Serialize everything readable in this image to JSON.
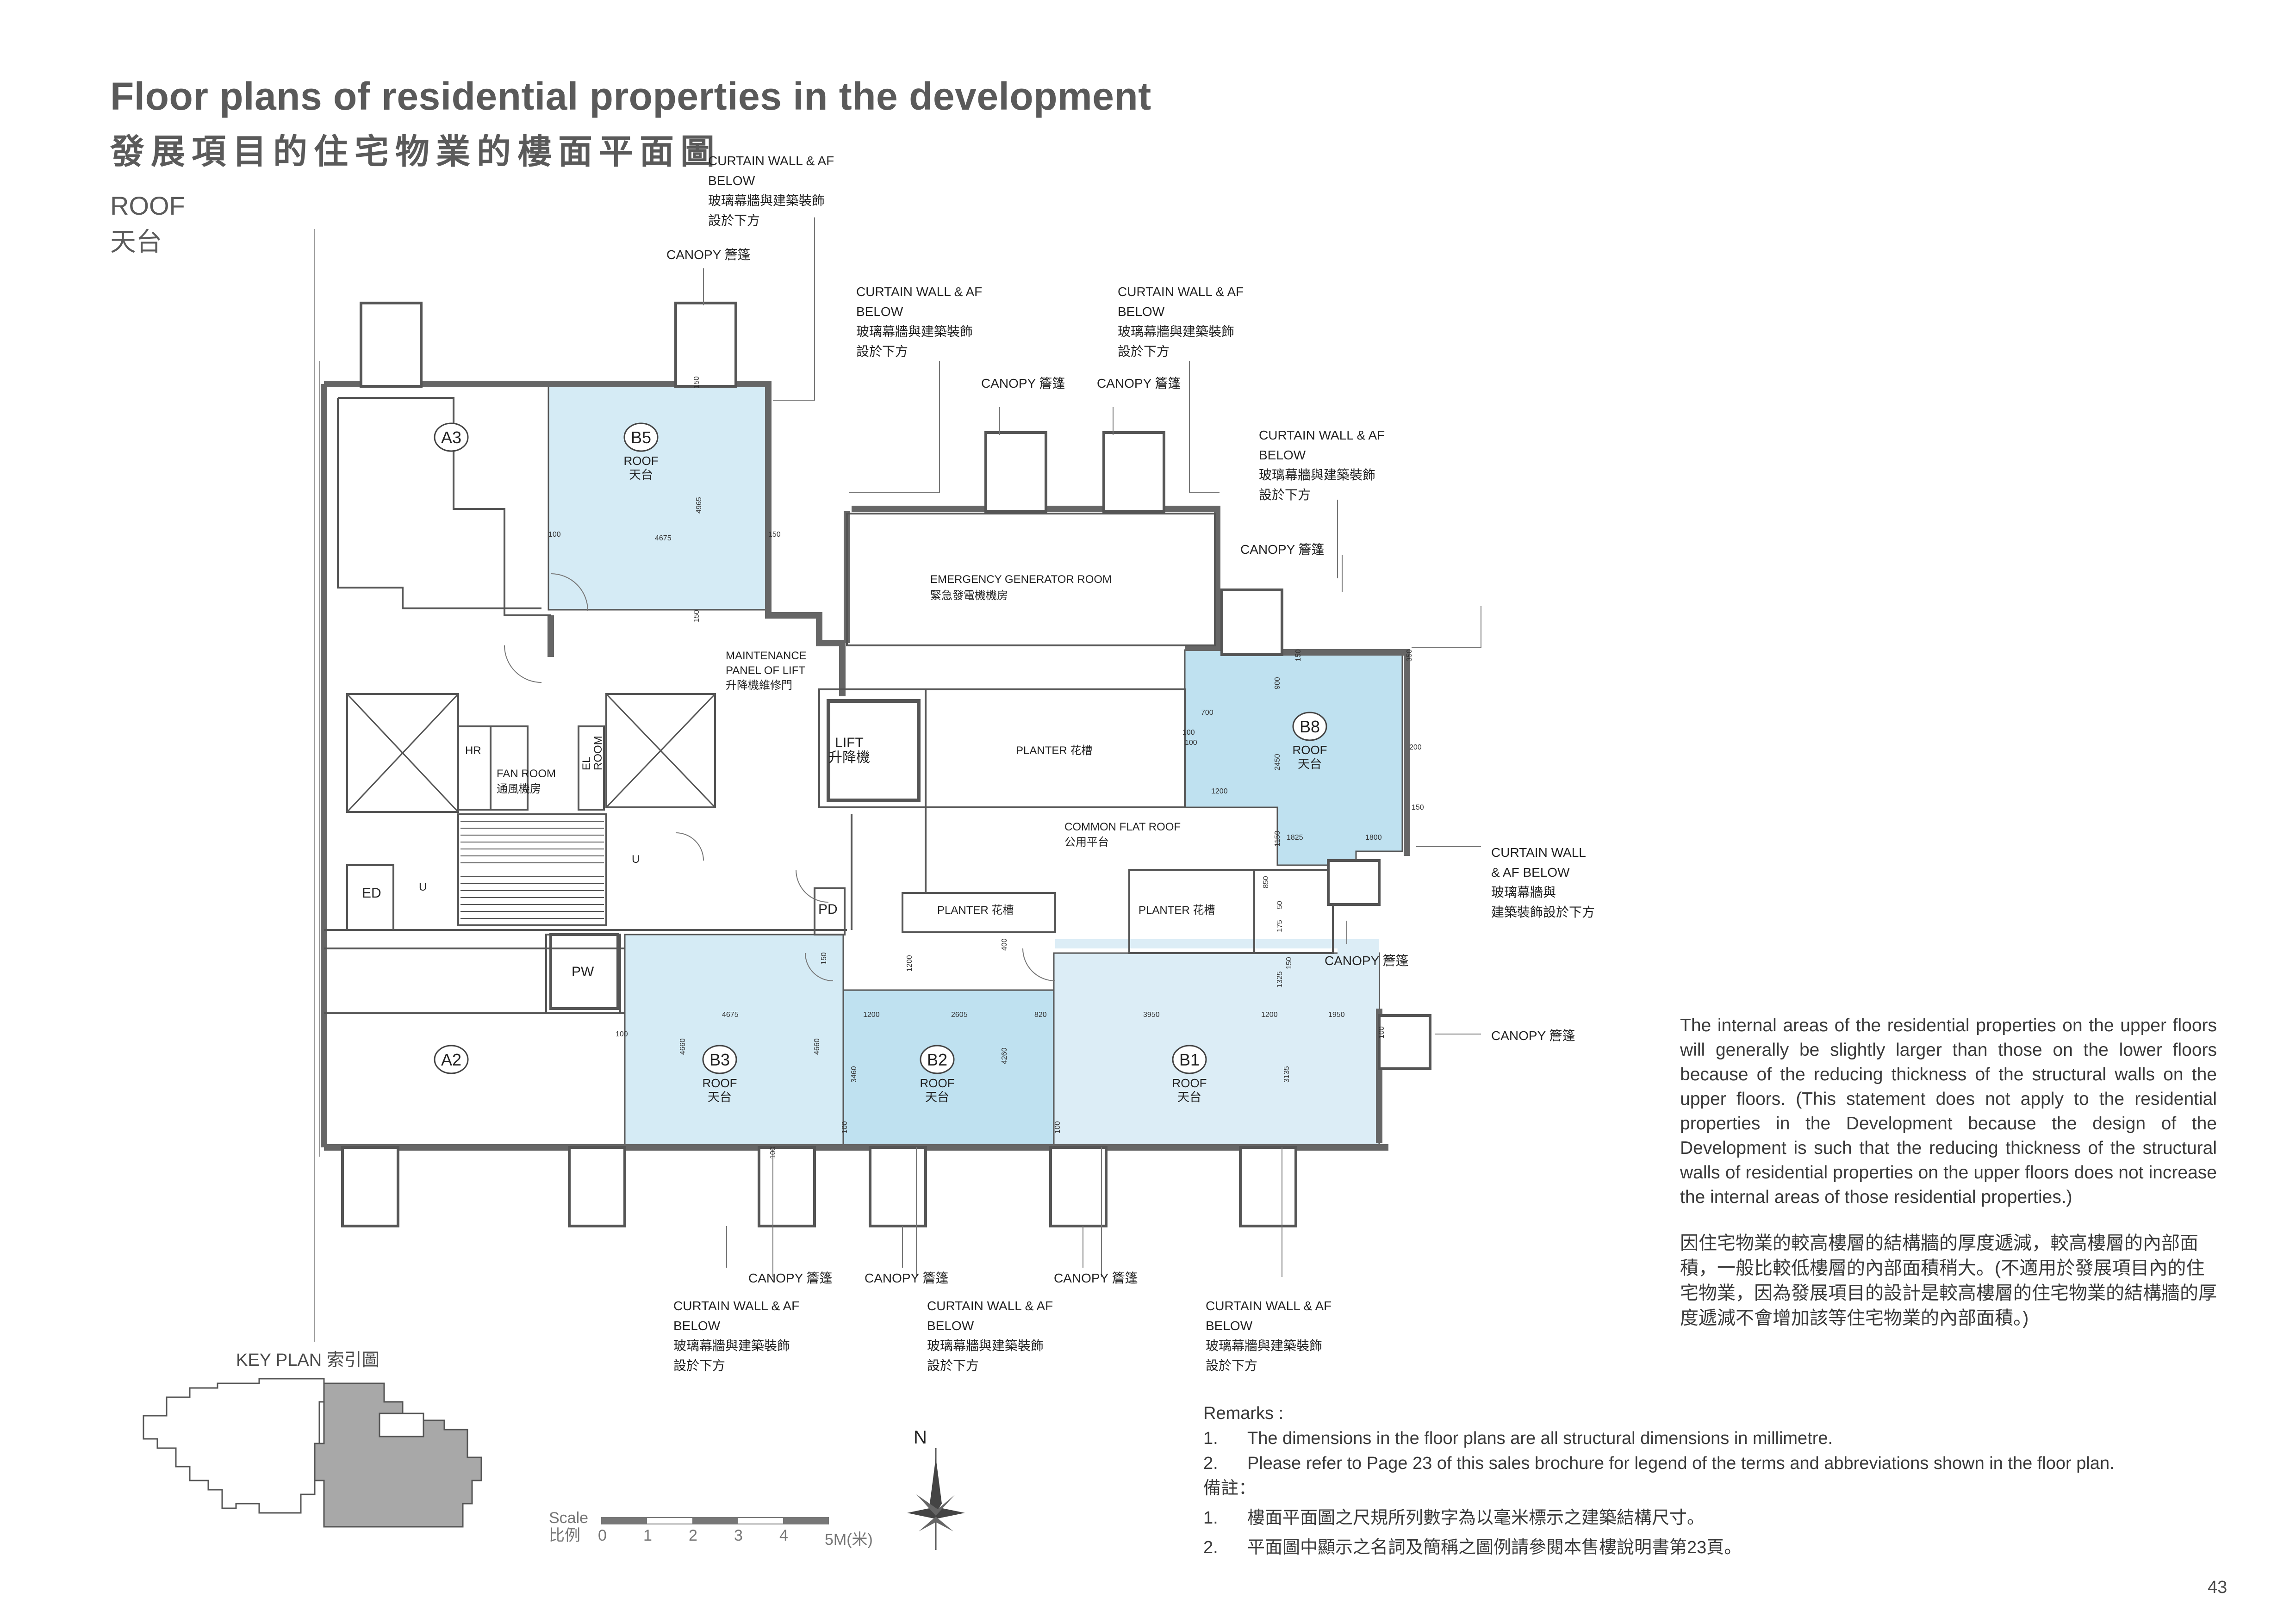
{
  "header": {
    "title": "Floor plans of residential properties in the development",
    "title_zh": "發展項目的住宅物業的樓面平面圖",
    "floor": "ROOF",
    "floor_zh": "天台"
  },
  "plan": {
    "callouts": {
      "cw_a_1": "CURTAIN WALL & AF",
      "cw_a_2": "BELOW",
      "cw_a_3": "玻璃幕牆與建築裝飾",
      "cw_a_4": "設於下方",
      "canopy_a": "CANOPY 簷篷",
      "cw_b_1": "CURTAIN WALL & AF",
      "cw_b_2": "BELOW",
      "cw_b_3": "玻璃幕牆與建築裝飾",
      "cw_b_4": "設於下方",
      "cw_c_1": "CURTAIN WALL & AF",
      "cw_c_2": "BELOW",
      "cw_c_3": "玻璃幕牆與建築裝飾",
      "cw_c_4": "設於下方",
      "canopy_b": "CANOPY 簷篷",
      "canopy_c": "CANOPY 簷篷",
      "cw_d_1": "CURTAIN WALL & AF",
      "cw_d_2": "BELOW",
      "cw_d_3": "玻璃幕牆與建築裝飾",
      "cw_d_4": "設於下方",
      "canopy_d": "CANOPY 簷篷",
      "cw_e_1": "CURTAIN WALL",
      "cw_e_2": "& AF BELOW",
      "cw_e_3": "玻璃幕牆與",
      "cw_e_4": "建築裝飾設於下方",
      "canopy_e": "CANOPY 簷篷",
      "canopy_f": "CANOPY 簷篷",
      "canopy_g": "CANOPY 簷篷",
      "canopy_h": "CANOPY 簷篷",
      "canopy_i": "CANOPY 簷篷",
      "cw_f_1": "CURTAIN WALL & AF",
      "cw_f_2": "BELOW",
      "cw_f_3": "玻璃幕牆與建築裝飾",
      "cw_f_4": "設於下方",
      "cw_g_1": "CURTAIN WALL & AF",
      "cw_g_2": "BELOW",
      "cw_g_3": "玻璃幕牆與建築裝飾",
      "cw_g_4": "設於下方",
      "cw_h_1": "CURTAIN WALL & AF",
      "cw_h_2": "BELOW",
      "cw_h_3": "玻璃幕牆與建築裝飾",
      "cw_h_4": "設於下方"
    },
    "units": {
      "a3": "A3",
      "a2": "A2",
      "b5": "B5",
      "b8": "B8",
      "b3": "B3",
      "b2": "B2",
      "b1": "B1",
      "roof": "ROOF",
      "roof_zh": "天台"
    },
    "rooms": {
      "egr_en": "EMERGENCY GENERATOR ROOM",
      "egr_zh": "緊急發電機機房",
      "mp_1": "MAINTENANCE",
      "mp_2": "PANEL OF LIFT",
      "mp_3": "升降機維修門",
      "lift_en": "LIFT",
      "lift_zh": "升降機",
      "planter_main": "PLANTER 花槽",
      "planter_left": "PLANTER 花槽",
      "planter_right": "PLANTER 花槽",
      "cfr_en": "COMMON FLAT ROOF",
      "cfr_zh": "公用平台",
      "fan_en": "FAN ROOM",
      "fan_zh": "通風機房",
      "hr": "HR",
      "el_room_1": "EL",
      "el_room_2": "ROOM",
      "ed": "ED",
      "pd": "PD",
      "pw": "PW",
      "u1": "U",
      "u2": "U"
    },
    "dims": {
      "b5_w": "4675",
      "b5_h": "4965",
      "b5_l": "100",
      "b5_r": "150",
      "b5_t": "150",
      "b5_b": "150",
      "b8_a": "700",
      "b8_b": "900",
      "b8_c": "100",
      "b8_d": "2450",
      "b8_e": "1200",
      "b8_f": "1825",
      "b8_g": "1800",
      "b8_h": "150",
      "b8_i": "1150",
      "b8_j": "200",
      "b8_k": "350",
      "b8_l": "150",
      "b3_w": "4675",
      "b3_h1": "4660",
      "b3_h2": "4660",
      "b3_l": "100",
      "b2_a": "1200",
      "b2_b": "2605",
      "b2_c": "820",
      "b2_h1": "3460",
      "b2_h2": "4260",
      "b2_t": "400",
      "b2_u": "1200",
      "b1_a": "3950",
      "b1_b": "1200",
      "b1_c": "1950",
      "b1_h": "3135",
      "b1_t": "1325",
      "b1_s1": "150",
      "b1_s2": "100",
      "b1_s3": "175",
      "b1_s4": "850",
      "b1_s5": "50",
      "bot_1": "100",
      "bot_2": "100",
      "bot_3": "100",
      "bot_4": "150",
      "left_100": "100"
    }
  },
  "statement": {
    "en": "The internal areas of the residential properties on the upper floors will generally be slightly larger than those on the lower floors because of the reducing thickness of the structural walls on the upper floors. (This statement does not apply to the residential properties in the Development because the design of the Development is such that the reducing thickness of the structural walls of residential properties on the upper floors does not increase the internal areas of those residential properties.)",
    "zh": "因住宅物業的較高樓層的結構牆的厚度遞減，較高樓層的內部面積，一般比較低樓層的內部面積稍大。(不適用於發展項目內的住宅物業，因為發展項目的設計是較高樓層的住宅物業的結構牆的厚度遞減不會增加該等住宅物業的內部面積。)"
  },
  "remarks": {
    "heading": "Remarks :",
    "items_en": [
      {
        "num": "1.",
        "text": "The dimensions in the floor plans are all structural dimensions in millimetre."
      },
      {
        "num": "2.",
        "text": "Please refer to Page 23 of this sales brochure for legend of the terms and abbreviations shown in the floor plan."
      }
    ],
    "heading_zh": "備註：",
    "items_zh": [
      {
        "num": "1.",
        "text": "樓面平面圖之尺規所列數字為以毫米標示之建築結構尺寸。"
      },
      {
        "num": "2.",
        "text": "平面圖中顯示之名詞及簡稱之圖例請參閱本售樓說明書第23頁。"
      }
    ]
  },
  "key_plan": {
    "label": "KEY PLAN 索引圖"
  },
  "scale": {
    "label_en": "Scale",
    "label_zh": "比例",
    "ticks": [
      "0",
      "1",
      "2",
      "3",
      "4",
      "5M(米)"
    ]
  },
  "north": {
    "label": "N"
  },
  "page_number": "43",
  "colors": {
    "highlight": "#c8e6f2",
    "highlight_dark": "#a9d8ec",
    "wall": "#6b6b6b",
    "text": "#4a4a4a"
  }
}
